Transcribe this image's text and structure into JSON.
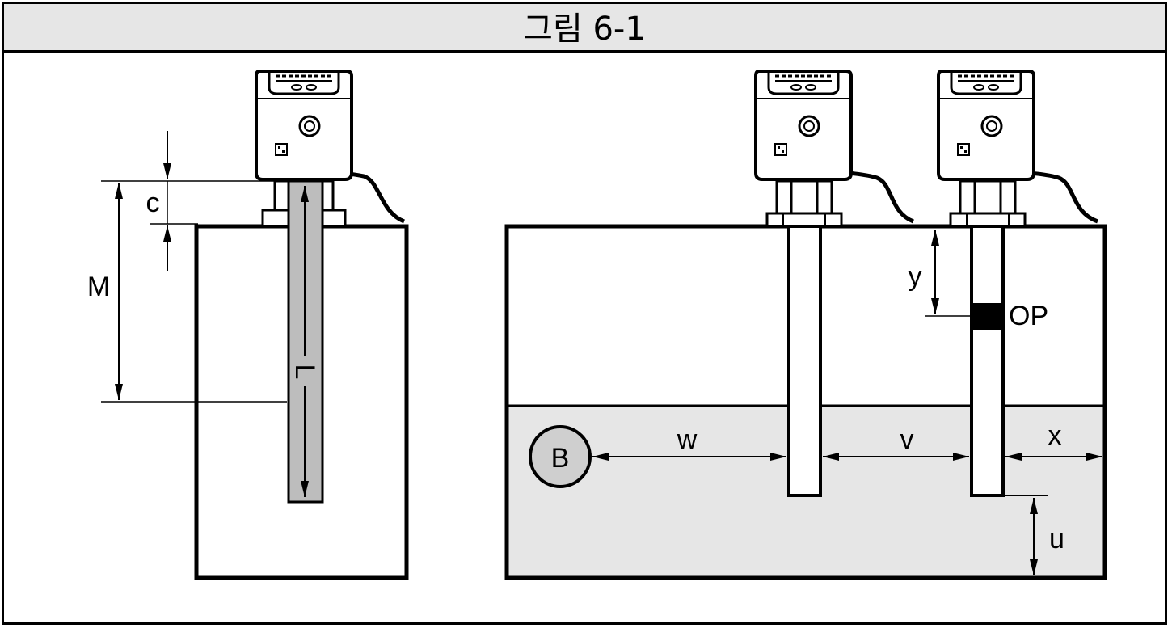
{
  "title": "그림 6-1",
  "labels": {
    "c": "c",
    "M": "M",
    "L": "L",
    "y": "y",
    "OP": "OP",
    "B": "B",
    "w": "w",
    "v": "v",
    "x": "x",
    "u": "u"
  },
  "colors": {
    "fill_gray": "#e6e6e6",
    "probe_gray": "#bdbdbd",
    "line": "#000000"
  }
}
